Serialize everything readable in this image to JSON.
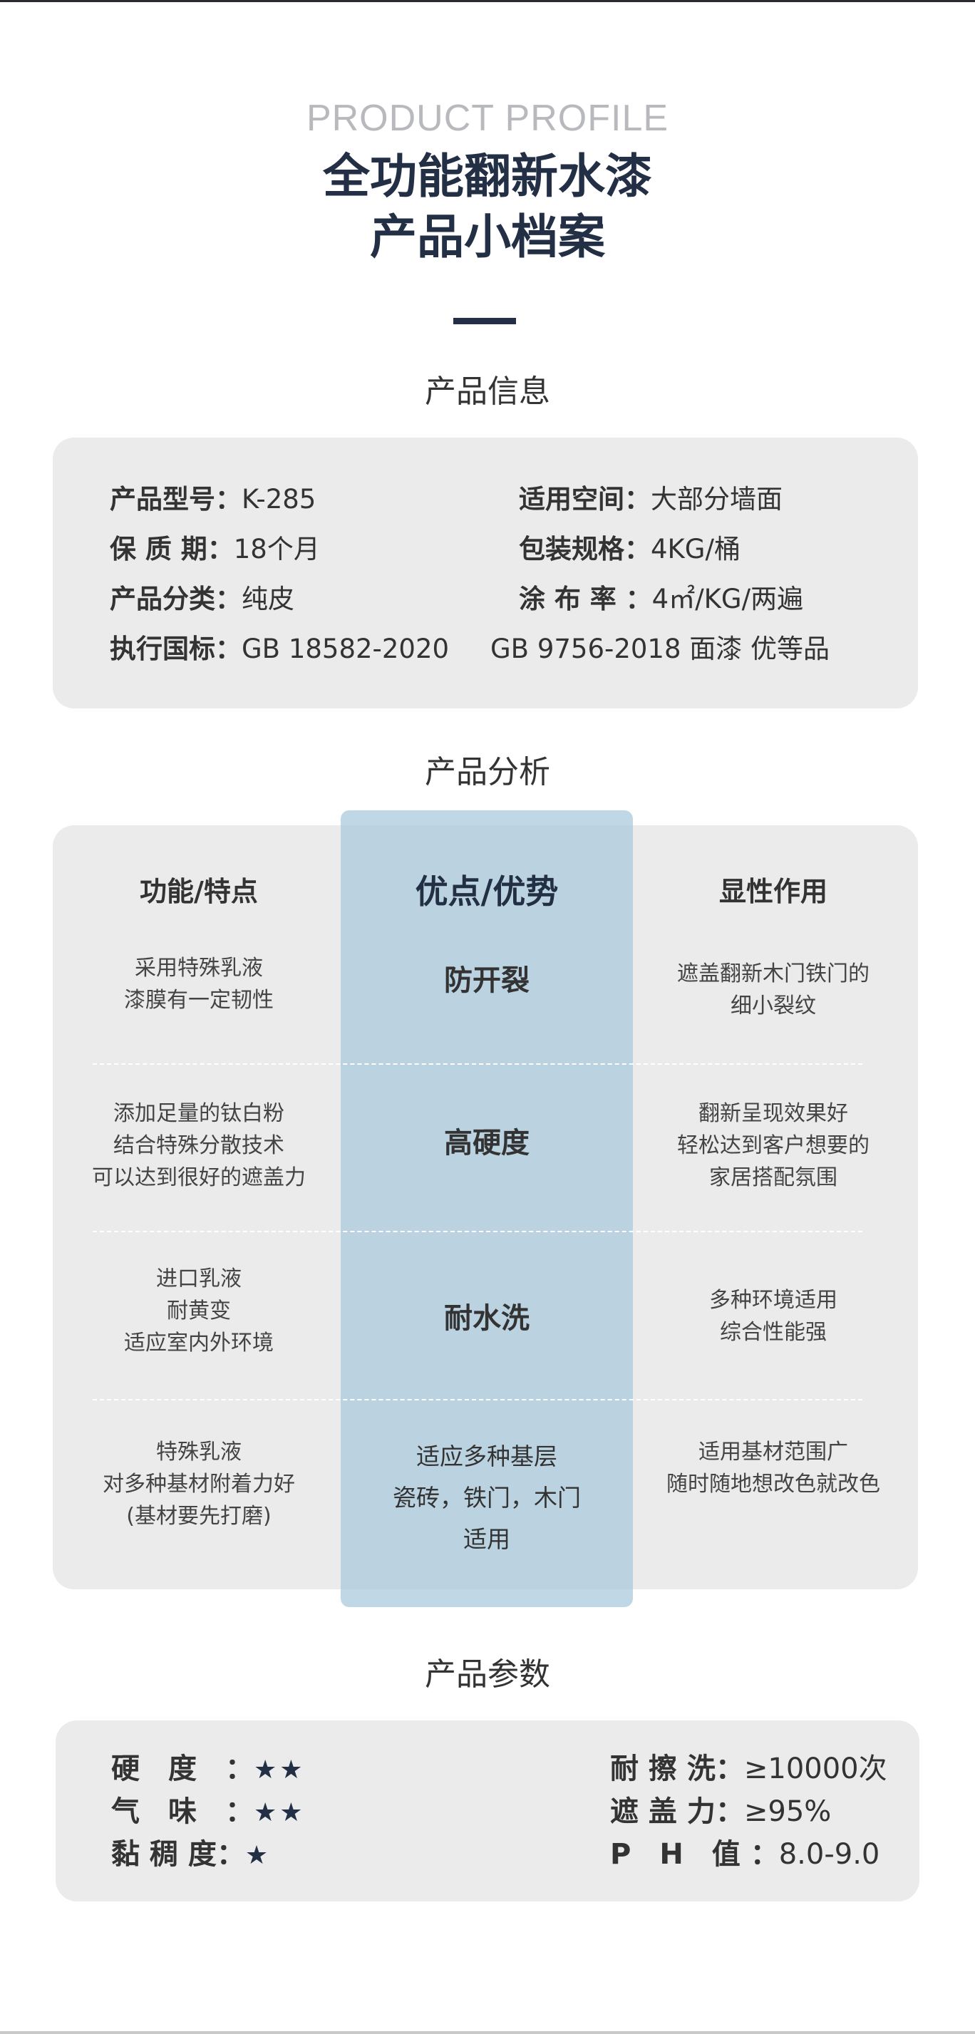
{
  "header": {
    "eyebrow": "PRODUCT PROFILE",
    "title_line1": "全功能翻新水漆",
    "title_line2": "产品小档案"
  },
  "info": {
    "section_title": "产品信息",
    "rows": [
      {
        "left_label": "产品型号：",
        "left_value": "K-285",
        "right_label": "适用空间：",
        "right_value": "大部分墙面"
      },
      {
        "left_label": "保 质 期：",
        "left_value": "18个月",
        "right_label": "包装规格：",
        "right_value": "4KG/桶"
      },
      {
        "left_label": "产品分类：",
        "left_value": "纯皮",
        "right_label": "涂 布 率 ：",
        "right_value": "4㎡/KG/两遍"
      }
    ],
    "standard": {
      "label": "执行国标：",
      "value1": "GB 18582-2020",
      "value2": "GB 9756-2018 面漆 优等品"
    }
  },
  "analysis": {
    "section_title": "产品分析",
    "headers": {
      "left": "功能/特点",
      "middle": "优点/优势",
      "right": "显性作用"
    },
    "rows": [
      {
        "left": [
          "采用特殊乳液",
          "漆膜有一定韧性"
        ],
        "middle": [
          "防开裂"
        ],
        "right": [
          "遮盖翻新木门铁门的",
          "细小裂纹"
        ]
      },
      {
        "left": [
          "添加足量的钛白粉",
          "结合特殊分散技术",
          "可以达到很好的遮盖力"
        ],
        "middle": [
          "高硬度"
        ],
        "right": [
          "翻新呈现效果好",
          "轻松达到客户想要的",
          "家居搭配氛围"
        ]
      },
      {
        "left": [
          "进口乳液",
          "耐黄变",
          "适应室内外环境"
        ],
        "middle": [
          "耐水洗"
        ],
        "right": [
          "多种环境适用",
          "综合性能强"
        ]
      },
      {
        "left": [
          "特殊乳液",
          "对多种基材附着力好",
          "(基材要先打磨)"
        ],
        "middle": [
          "适应多种基层",
          "瓷砖，铁门，木门",
          "适用"
        ],
        "right": [
          "适用基材范围广",
          "随时随地想改色就改色"
        ]
      }
    ]
  },
  "params": {
    "section_title": "产品参数",
    "left": [
      {
        "label": "硬　度　：",
        "stars": "★★"
      },
      {
        "label": "气　味　：",
        "stars": "★★"
      },
      {
        "label": "黏 稠 度：",
        "stars": "★"
      }
    ],
    "right": [
      {
        "label": "耐 擦 洗：",
        "value": "≥10000次"
      },
      {
        "label": "遮 盖 力：",
        "value": "≥95%"
      },
      {
        "label": "P　H　值 ：",
        "value": "8.0-9.0"
      }
    ]
  },
  "colors": {
    "title": "#232f45",
    "card_bg": "#ebebeb",
    "highlight": "#a7c9dc",
    "eyebrow": "#b8b9bd"
  }
}
